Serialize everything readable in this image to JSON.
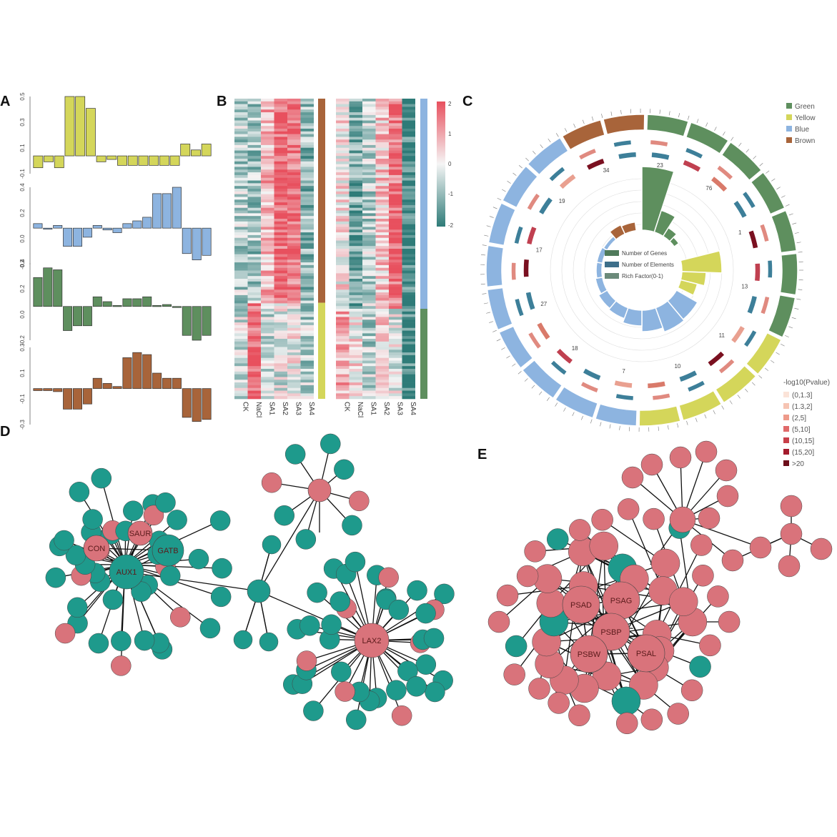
{
  "panels": {
    "a": "A",
    "b": "B",
    "c": "C",
    "d": "D",
    "e": "E"
  },
  "colors": {
    "yellow": "#d4d65a",
    "blue": "#8db4e0",
    "green": "#5e8f5e",
    "brown": "#a8643a",
    "teal_node": "#1e9a8c",
    "pink_node": "#d9737b",
    "heat_high": "#e8505e",
    "heat_low": "#2e7b78",
    "heat_mid": "#f5f5f5"
  },
  "chart_data": [
    {
      "type": "bar",
      "panel": "A",
      "series": [
        {
          "color": "#d4d65a",
          "values": [
            -0.1,
            -0.05,
            -0.1,
            0.5,
            0.5,
            0.4,
            -0.05,
            -0.03,
            -0.08,
            -0.08,
            -0.08,
            -0.08,
            -0.08,
            -0.08,
            0.1,
            0.05,
            0.1
          ],
          "ylim": [
            -0.15,
            0.5
          ],
          "ticks": [
            "-0.1",
            "0.1",
            "0.3",
            "0.5"
          ]
        },
        {
          "color": "#8db4e0",
          "values": [
            0.05,
            -0.01,
            0.03,
            -0.2,
            -0.2,
            -0.1,
            0.03,
            -0.02,
            -0.05,
            0.05,
            0.08,
            0.12,
            0.38,
            0.38,
            0.45,
            -0.28,
            -0.35,
            -0.3
          ],
          "ylim": [
            -0.4,
            0.45
          ],
          "ticks": [
            "-0.2",
            "0.0",
            "0.2",
            "0.4"
          ]
        },
        {
          "color": "#5e8f5e",
          "values": [
            0.3,
            0.4,
            0.38,
            -0.25,
            -0.2,
            -0.2,
            0.1,
            0.05,
            0.01,
            0.08,
            0.08,
            0.1,
            0.01,
            0.02,
            -0.01,
            -0.3,
            -0.35,
            -0.3
          ],
          "ylim": [
            -0.35,
            0.45
          ],
          "ticks": [
            "-0.2",
            "0.0",
            "0.2",
            "0.4"
          ]
        },
        {
          "color": "#a8643a",
          "values": [
            -0.02,
            -0.02,
            -0.03,
            -0.2,
            -0.2,
            -0.15,
            0.1,
            0.05,
            0.02,
            0.3,
            0.35,
            0.33,
            0.15,
            0.1,
            0.1,
            -0.28,
            -0.32,
            -0.3
          ],
          "ylim": [
            -0.35,
            0.4
          ],
          "ticks": [
            "-0.3",
            "-0.1",
            "0.1",
            "0.3"
          ]
        }
      ]
    },
    {
      "type": "heatmap",
      "panel": "B",
      "legend_ticks": [
        "2",
        "1",
        "0",
        "-1",
        "-2"
      ],
      "left_columns": [
        "CK",
        "NaCl",
        "SA1",
        "SA2",
        "SA3",
        "SA4"
      ],
      "right_columns": [
        "CK",
        "NaCl",
        "SA1",
        "SA2",
        "SA3",
        "SA4"
      ]
    },
    {
      "type": "circular",
      "panel": "C",
      "legend": [
        "Green",
        "Yellow",
        "Blue",
        "Brown"
      ],
      "inner_legend": [
        "Number of Genes",
        "Number of Elements",
        "Rich Factor(0-1)"
      ],
      "scale_title": "-log10(Pvalue)",
      "scale_bins": [
        "(0,1.3]",
        "(1.3,2]",
        "(2,5]",
        "(5,10]",
        "(10,15]",
        "(15,20]",
        ">20"
      ],
      "bar_numbers": [
        "23",
        "76",
        "1",
        "13",
        "11",
        "10",
        "7",
        "18",
        "27",
        "17",
        "19",
        "34"
      ]
    }
  ],
  "network_d": {
    "hub_labels": [
      "CON",
      "SAUR",
      "GATB",
      "AUX1",
      "LAX2"
    ]
  },
  "network_e": {
    "hub_labels": [
      "PSAD",
      "PSAG",
      "PSBP",
      "PSBW",
      "PSAL"
    ]
  }
}
